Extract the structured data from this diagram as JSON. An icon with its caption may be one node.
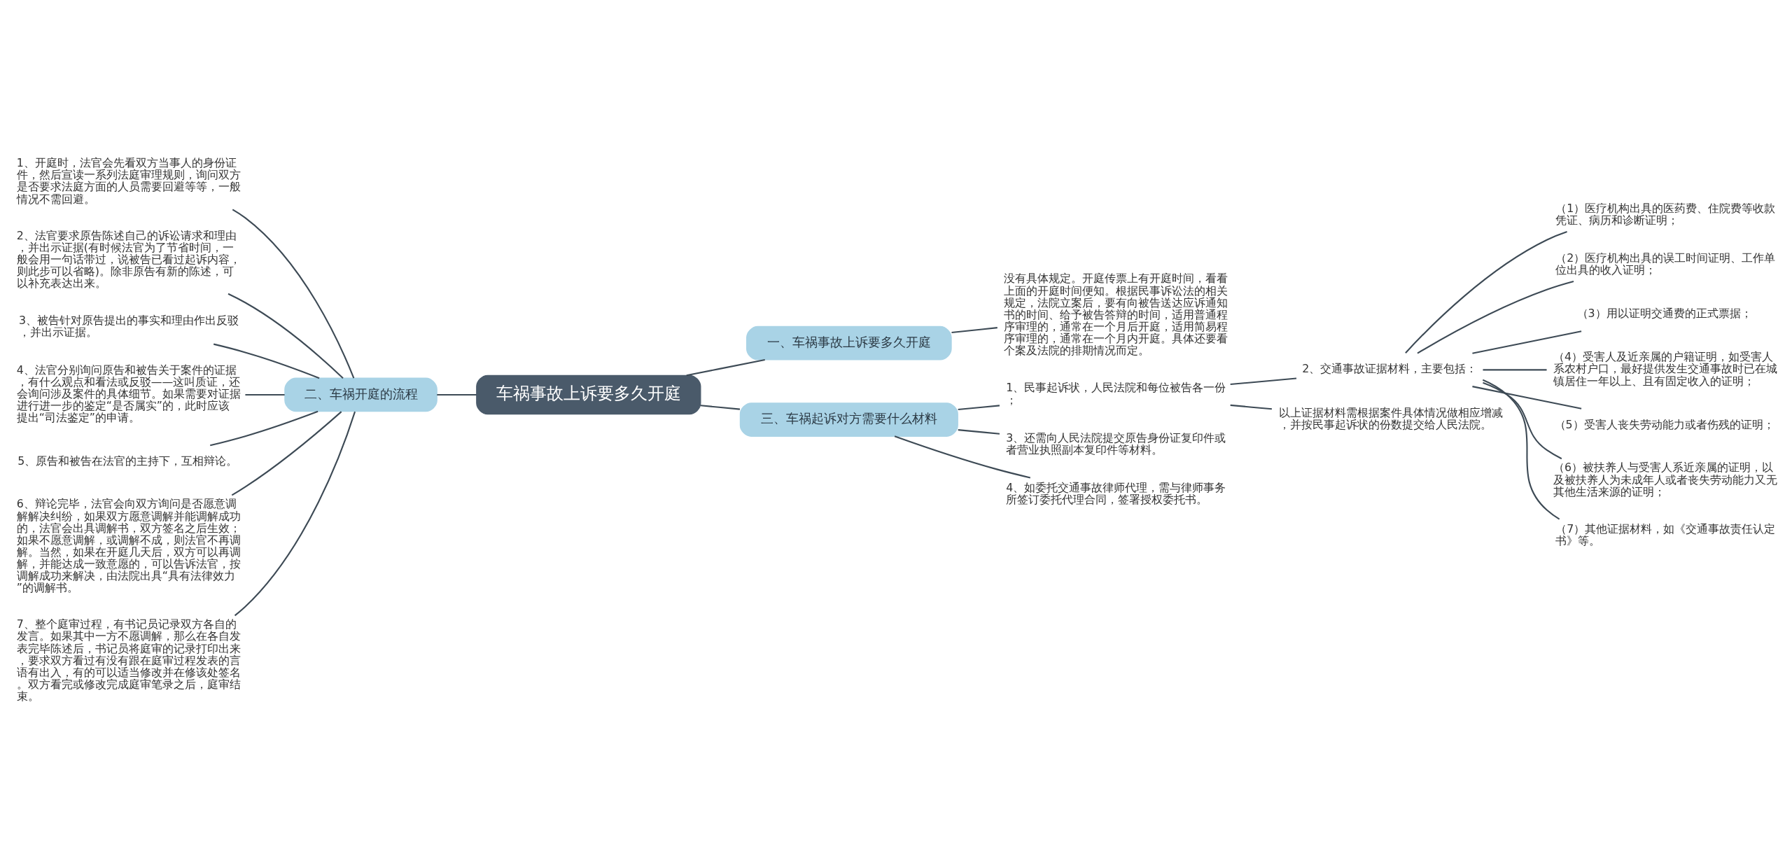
{
  "diagram": {
    "nodes": [
      {
        "text": [
          "车祸事故上诉要多久开庭"
        ]
      },
      {
        "text": [
          "一、车祸事故上诉要多久开庭"
        ]
      },
      {
        "text": [
          "没有具体规定。开庭传票上有开庭时间，看看上面的开庭时间便知。根据民事诉讼法的相关规定，法院立案后，要有向被告送达应诉通知书的时间、给予被告答辩的时间，适用普通程序审理的，通常在一个月后开庭，适用简易程序审理的，通常在一个月内开庭。具体还要看个案及法院的排期情况而定。"
        ]
      },
      {
        "text": [
          "二、车祸开庭的流程"
        ]
      },
      {
        "text": [
          "1、开庭时，法官会先看双方当事人的身份证件，然后宣读一系列法庭审理规则，询问双方是否要求法庭方面的人员需要回避等等，一般情况不需回避。"
        ]
      },
      {
        "text": [
          "2、法官要求原告陈述自己的诉讼请求和理由，并出示证据(有时候法官为了节省时间，一般会用一句话带过，说被告已看过起诉内容，则此步可以省略)。除非原告有新的陈述，可以补充表达出来。"
        ]
      },
      {
        "text": [
          "3、被告针对原告提出的事实和理由作出反驳，并出示证据。"
        ]
      },
      {
        "text": [
          "4、法官分别询问原告和被告关于案件的证据，有什么观点和看法或反驳——这叫质证，还会询问涉及案件的具体细节。如果需要对证据进行进一步的鉴定“是否属实”的，此时应该提出“司法鉴定”的申请。"
        ]
      },
      {
        "text": [
          "5、原告和被告在法官的主持下，互相辩论。"
        ]
      },
      {
        "text": [
          "6、辩论完毕，法官会向双方询问是否愿意调解解决纠纷，如果双方愿意调解并能调解成功的，法官会出具调解书，双方签名之后生效；如果不愿意调解，或调解不成，则法官不再调解。当然，如果在开庭几天后，双方可以再调解，并能达成一致意愿的，可以告诉法官，按调解成功来解决，由法院出具“具有法律效力”的调解书。"
        ]
      },
      {
        "text": [
          "7、整个庭审过程，有书记员记录双方各自的发言。如果其中一方不愿调解，那么在各自发表完毕陈述后，书记员将庭审的记录打印出来，要求双方看过有没有跟在庭审过程发表的言语有出入，有的可以适当修改并在修该处签名。双方看完或修改完成庭审笔录之后，庭审结束。"
        ]
      },
      {
        "text": [
          "三、车祸起诉对方需要什么材料"
        ]
      },
      {
        "text": [
          "1、民事起诉状，人民法院和每位被告各一份；"
        ]
      },
      {
        "text": [
          "2、交通事故证据材料，主要包括："
        ]
      },
      {
        "text": [
          "（1）医疗机构出具的医药费、住院费等收款凭证、病历和诊断证明；"
        ]
      },
      {
        "text": [
          "（2）医疗机构出具的误工时间证明、工作单位出具的收入证明；"
        ]
      },
      {
        "text": [
          "（3）用以证明交通费的正式票据；"
        ]
      },
      {
        "text": [
          "（4）受害人及近亲属的户籍证明，如受害人系农村户口，最好提供发生交通事故时已在城镇居住一年以上、且有固定收入的证明；"
        ]
      },
      {
        "text": [
          "（5）受害人丧失劳动能力或者伤残的证明；"
        ]
      },
      {
        "text": [
          "（6）被扶养人与受害人系近亲属的证明，以及被扶养人为未成年人或者丧失劳动能力又无其他生活来源的证明；"
        ]
      },
      {
        "text": [
          "（7）其他证据材料，如《交通事故责任认定书》等。"
        ]
      },
      {
        "text": [
          "以上证据材料需根据案件具体情况做相应增减，并按民事起诉状的份数提交给人民法院。"
        ]
      },
      {
        "text": [
          "3、还需向人民法院提交原告身份证复印件或者营业执照副本复印件等材料。"
        ]
      },
      {
        "text": [
          "4、如委托交通事故律师代理，需与律师事务所签订委托代理合同，签署授权委托书。"
        ]
      }
    ],
    "edges": [
      {
        "from": 0,
        "to": 1,
        "arrow": "none"
      },
      {
        "from": 1,
        "to": 2,
        "arrow": "none"
      },
      {
        "from": 0,
        "to": 3,
        "arrow": "none"
      },
      {
        "from": 3,
        "to": 4,
        "arrow": "none"
      },
      {
        "from": 3,
        "to": 5,
        "arrow": "none"
      },
      {
        "from": 3,
        "to": 6,
        "arrow": "none"
      },
      {
        "from": 3,
        "to": 7,
        "arrow": "none"
      },
      {
        "from": 3,
        "to": 8,
        "arrow": "none"
      },
      {
        "from": 3,
        "to": 9,
        "arrow": "none"
      },
      {
        "from": 3,
        "to": 10,
        "arrow": "none"
      },
      {
        "from": 0,
        "to": 11,
        "arrow": "none"
      },
      {
        "from": 11,
        "to": 12,
        "arrow": "none"
      },
      {
        "from": 12,
        "to": 13,
        "arrow": "none"
      },
      {
        "from": 13,
        "to": 14,
        "arrow": "none"
      },
      {
        "from": 13,
        "to": 15,
        "arrow": "none"
      },
      {
        "from": 13,
        "to": 16,
        "arrow": "none"
      },
      {
        "from": 13,
        "to": 17,
        "arrow": "none"
      },
      {
        "from": 13,
        "to": 18,
        "arrow": "none"
      },
      {
        "from": 13,
        "to": 19,
        "arrow": "none"
      },
      {
        "from": 13,
        "to": 20,
        "arrow": "none"
      },
      {
        "from": 12,
        "to": 21,
        "arrow": "none"
      },
      {
        "from": 11,
        "to": 22,
        "arrow": "none"
      },
      {
        "from": 11,
        "to": 23,
        "arrow": "none"
      }
    ]
  }
}
